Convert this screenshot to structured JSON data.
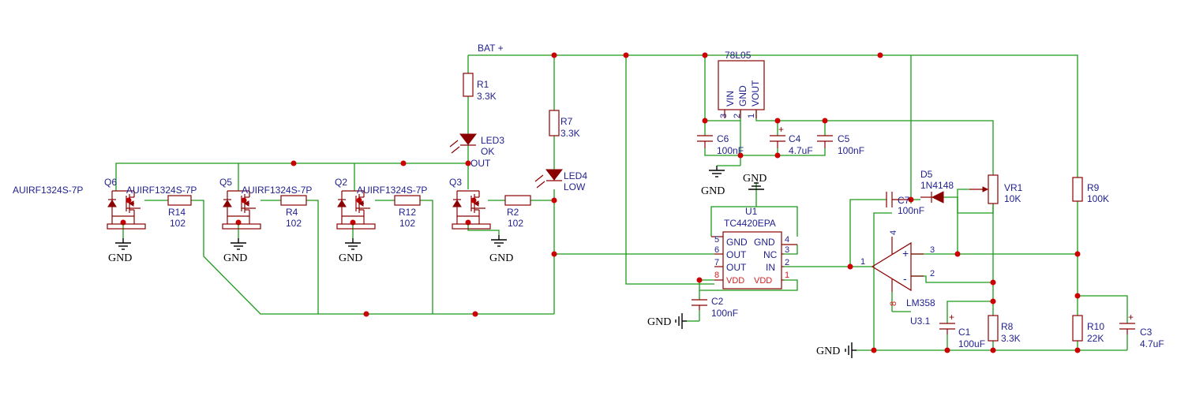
{
  "schematic": {
    "nets": {
      "bat": "BAT +",
      "out": "OUT",
      "gnd": "GND"
    },
    "q6": {
      "ref": "Q6",
      "part": "AUIRF1324S-7P"
    },
    "q5": {
      "ref": "Q5",
      "part": "AUIRF1324S-7P"
    },
    "q2": {
      "ref": "Q2",
      "part": "AUIRF1324S-7P"
    },
    "q3": {
      "ref": "Q3"
    },
    "r1": {
      "ref": "R1",
      "value": "3.3K"
    },
    "r2": {
      "ref": "R2",
      "value": "102"
    },
    "r4": {
      "ref": "R4",
      "value": "102"
    },
    "r7": {
      "ref": "R7",
      "value": "3.3K"
    },
    "r8": {
      "ref": "R8",
      "value": "3.3K"
    },
    "r9": {
      "ref": "R9",
      "value": "100K"
    },
    "r10": {
      "ref": "R10",
      "value": "22K"
    },
    "r12": {
      "ref": "R12",
      "value": "102"
    },
    "r14": {
      "ref": "R14",
      "value": "102"
    },
    "vr1": {
      "ref": "VR1",
      "value": "10K"
    },
    "led3": {
      "ref": "LED3",
      "value": "OK"
    },
    "led4": {
      "ref": "LED4",
      "value": "LOW"
    },
    "d5": {
      "ref": "D5",
      "value": "1N4148"
    },
    "c1": {
      "ref": "C1",
      "value": "100uF"
    },
    "c2": {
      "ref": "C2",
      "value": "100nF"
    },
    "c3": {
      "ref": "C3",
      "value": "4.7uF"
    },
    "c4": {
      "ref": "C4",
      "value": "4.7uF"
    },
    "c5": {
      "ref": "C5",
      "value": "100nF"
    },
    "c6": {
      "ref": "C6",
      "value": "100nF"
    },
    "c7": {
      "ref": "C7",
      "value": "100nF"
    },
    "u1": {
      "ref": "U1",
      "part": "TC4420EPA",
      "pin_labels": [
        "GND",
        "GND",
        "OUT",
        "NC",
        "OUT",
        "IN",
        "VDD",
        "VDD"
      ],
      "pin_numbers": [
        "5",
        "4",
        "6",
        "3",
        "7",
        "2",
        "8",
        "1"
      ]
    },
    "u3": {
      "ref": "U3.1",
      "part": "LM358",
      "pin_numbers": [
        "3",
        "2",
        "1",
        "4",
        "8"
      ],
      "plus": "+",
      "minus": "-"
    },
    "reg": {
      "part": "78L05",
      "pin_labels": [
        "VIN",
        "GND",
        "VOUT"
      ],
      "pin_numbers": [
        "3",
        "2",
        "1"
      ]
    }
  }
}
